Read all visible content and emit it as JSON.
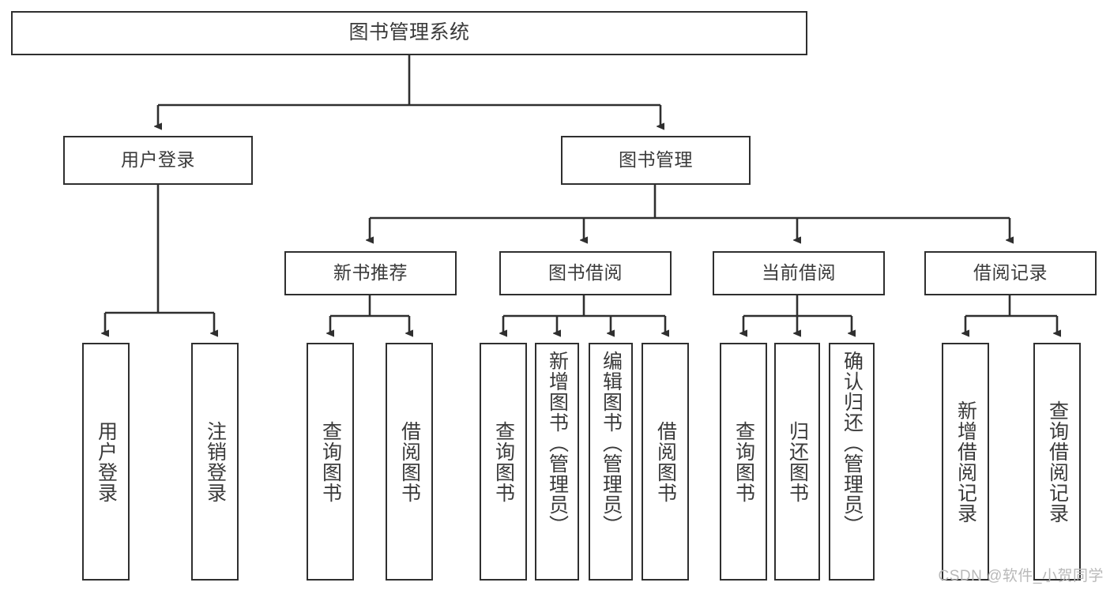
{
  "diagram": {
    "title": "图书管理系统",
    "type": "tree",
    "root": {
      "label": "图书管理系统"
    },
    "level2": [
      {
        "label": "用户登录"
      },
      {
        "label": "图书管理"
      }
    ],
    "level3": [
      {
        "label": "新书推荐"
      },
      {
        "label": "图书借阅"
      },
      {
        "label": "当前借阅"
      },
      {
        "label": "借阅记录"
      }
    ],
    "leaves": {
      "user_login": [
        {
          "label": "用户登录"
        },
        {
          "label": "注销登录"
        }
      ],
      "new_book_recommend": [
        {
          "label": "查询图书"
        },
        {
          "label": "借阅图书"
        }
      ],
      "book_borrow": [
        {
          "label": "查询图书"
        },
        {
          "label": "新增图书（管理员）"
        },
        {
          "label": "编辑图书（管理员）"
        },
        {
          "label": "借阅图书"
        }
      ],
      "current_borrow": [
        {
          "label": "查询图书"
        },
        {
          "label": "归还图书"
        },
        {
          "label": "确认归还（管理员）"
        }
      ],
      "borrow_record": [
        {
          "label": "新增借阅记录"
        },
        {
          "label": "查询借阅记录"
        }
      ]
    }
  },
  "watermark": {
    "text": "CSDN @软件_小贺同学"
  },
  "colors": {
    "stroke": "#2f2f2f",
    "text": "#3a3a3a",
    "background": "#ffffff",
    "watermark": "#b9b9b9"
  }
}
